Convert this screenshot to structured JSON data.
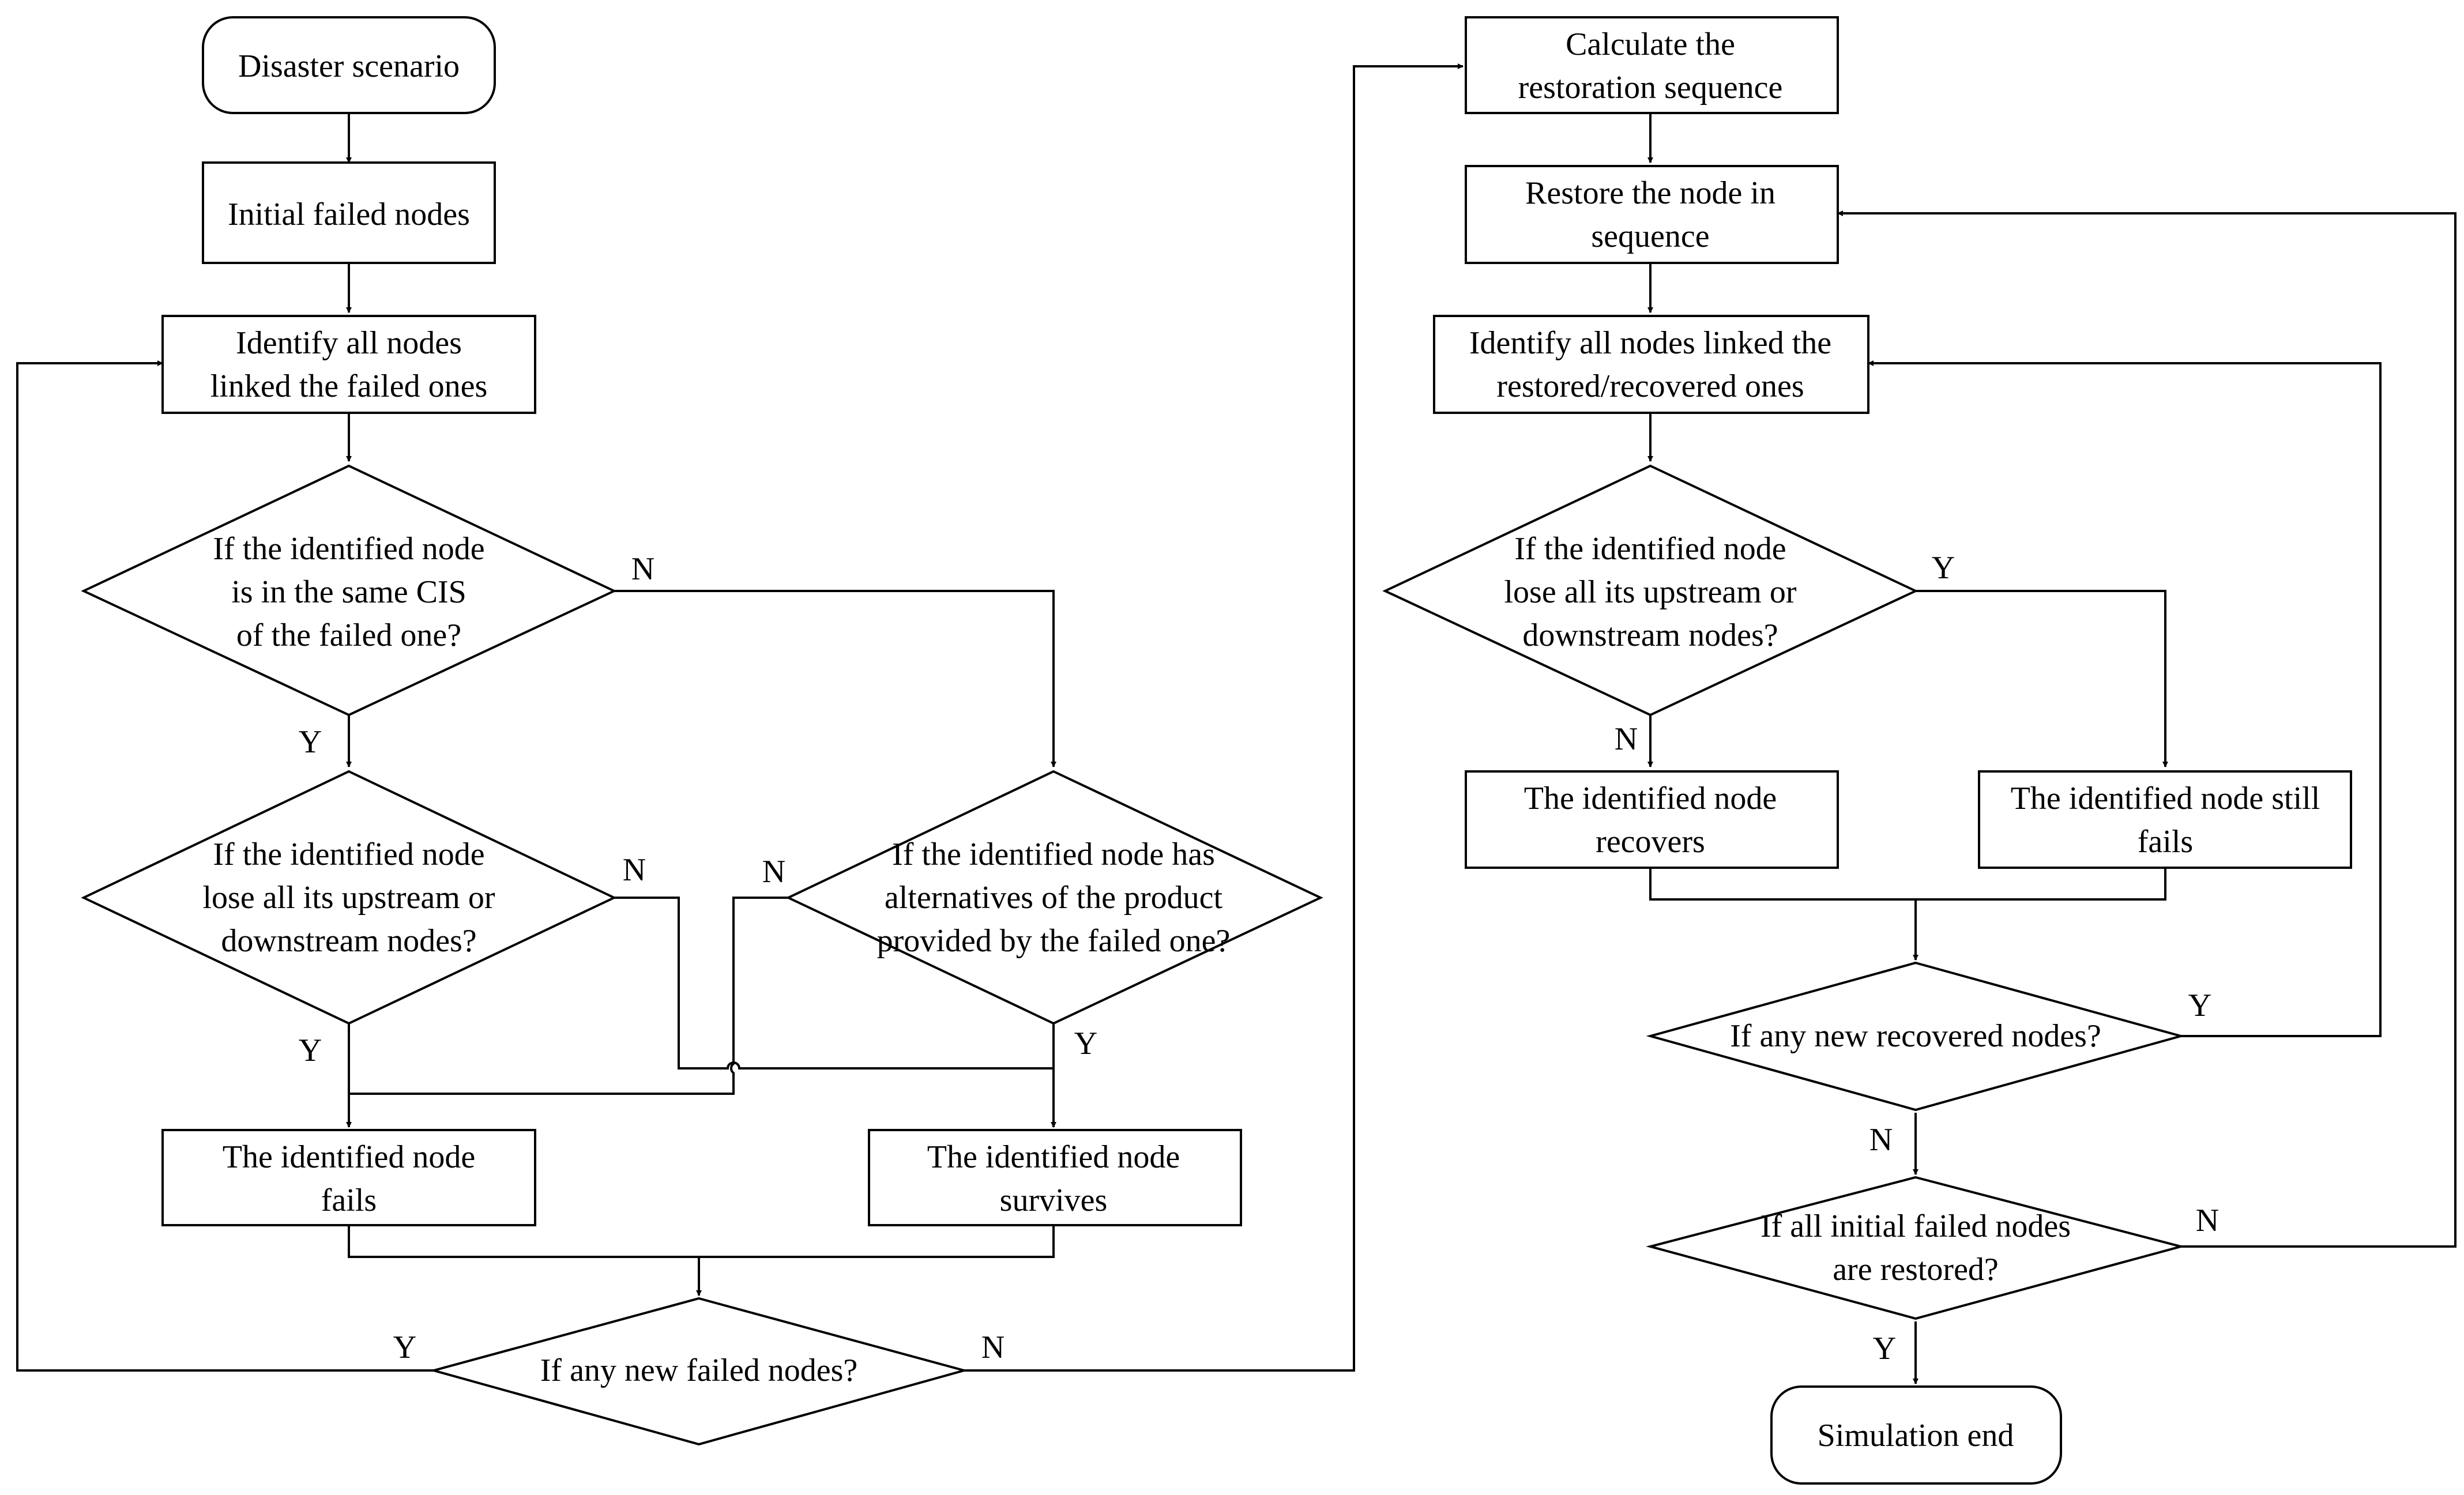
{
  "nodes": {
    "disaster_scenario": [
      "Disaster scenario"
    ],
    "initial_failed_nodes": [
      "Initial failed nodes"
    ],
    "identify_failed_links": [
      "Identify all nodes",
      "linked the failed ones"
    ],
    "same_cis_question": [
      "If the identified node",
      "is in the same CIS",
      "of the failed one?"
    ],
    "lose_updown_question_left": [
      "If the identified node",
      "lose all its upstream or",
      "downstream nodes?"
    ],
    "alternatives_question": [
      "If the identified node has",
      "alternatives of the product",
      "provided by the failed one?"
    ],
    "node_fails": [
      "The identified node",
      "fails"
    ],
    "node_survives": [
      "The identified node",
      "survives"
    ],
    "any_new_failed_question": [
      "If any new failed nodes?"
    ],
    "calculate_sequence": [
      "Calculate the",
      "restoration sequence"
    ],
    "restore_in_sequence": [
      "Restore the node in",
      "sequence"
    ],
    "identify_restored_links": [
      "Identify all nodes linked the",
      "restored/recovered ones"
    ],
    "lose_updown_question_right": [
      "If the identified node",
      "lose all its upstream or",
      "downstream nodes?"
    ],
    "node_recovers": [
      "The identified node",
      "recovers"
    ],
    "node_still_fails": [
      "The identified node still",
      "fails"
    ],
    "any_new_recovered_question": [
      "If any new recovered nodes?"
    ],
    "all_restored_question": [
      "If all initial failed nodes",
      "are restored?"
    ],
    "simulation_end": [
      "Simulation end"
    ]
  },
  "branch_labels": {
    "same_cis_no": "N",
    "same_cis_yes": "Y",
    "lose_left_no": "N",
    "lose_left_yes": "Y",
    "alternatives_no": "N",
    "alternatives_yes": "Y",
    "any_new_failed_yes": "Y",
    "any_new_failed_no": "N",
    "lose_right_yes": "Y",
    "lose_right_no": "N",
    "any_new_recovered_yes": "Y",
    "any_new_recovered_no": "N",
    "all_restored_no": "N",
    "all_restored_yes": "Y"
  }
}
